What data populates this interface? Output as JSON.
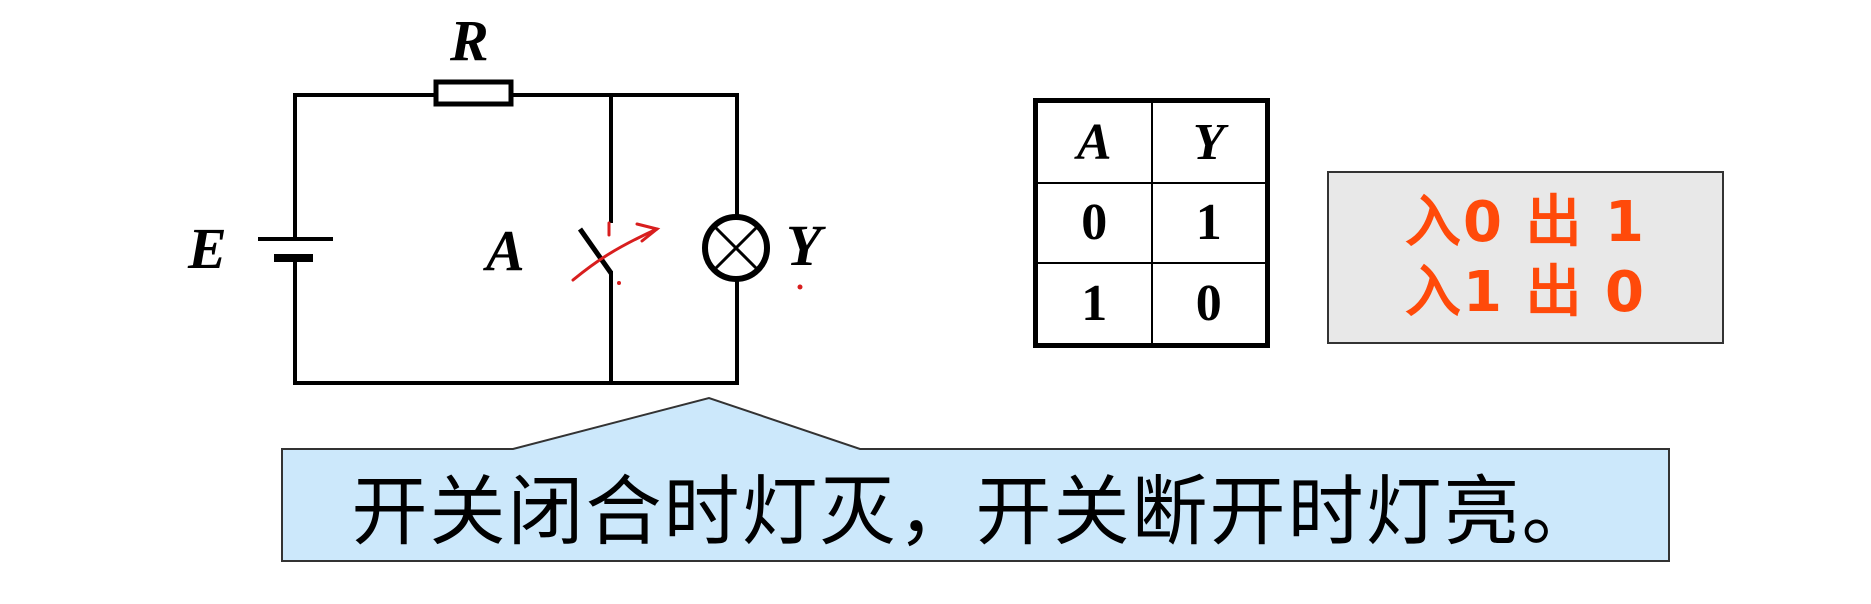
{
  "circuit": {
    "labels": {
      "resistor": "R",
      "source": "E",
      "switch": "A",
      "lamp": "Y"
    },
    "colors": {
      "wire": "#000000",
      "annotation": "#d81e1e"
    }
  },
  "truth_table": {
    "headers": [
      "A",
      "Y"
    ],
    "rows": [
      [
        "0",
        "1"
      ],
      [
        "1",
        "0"
      ]
    ]
  },
  "rule_box": {
    "lines": [
      "入0 出 1",
      "入1 出 0"
    ],
    "text_color": "#ff4a0a",
    "background": "#e8e8e8"
  },
  "callout": {
    "text": "开关闭合时灯灭，开关断开时灯亮。",
    "background": "#cce8fb"
  }
}
